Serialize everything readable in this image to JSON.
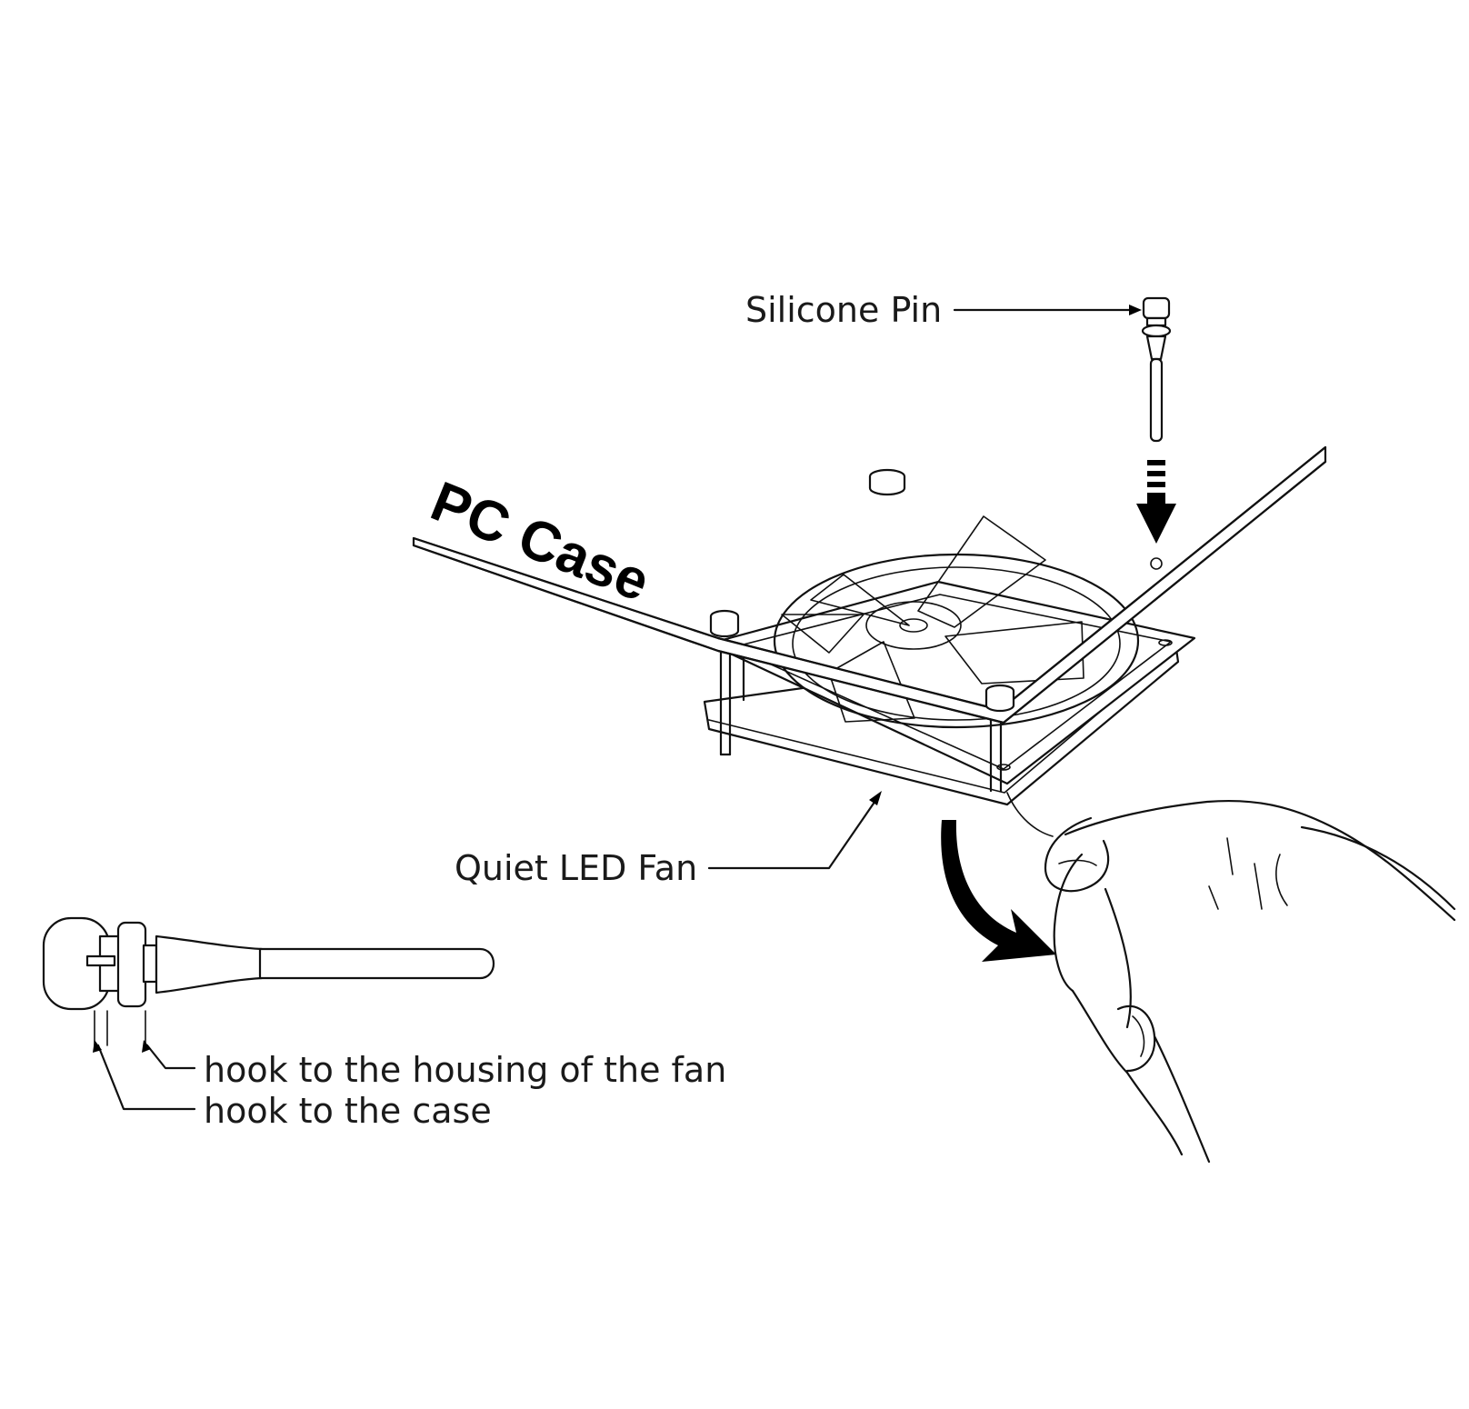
{
  "labels": {
    "silicone_pin": "Silicone Pin",
    "pc_case": "PC Case",
    "quiet_led_fan": "Quiet LED Fan",
    "hook_housing": "hook to the housing of the fan",
    "hook_case": "hook to the case"
  }
}
